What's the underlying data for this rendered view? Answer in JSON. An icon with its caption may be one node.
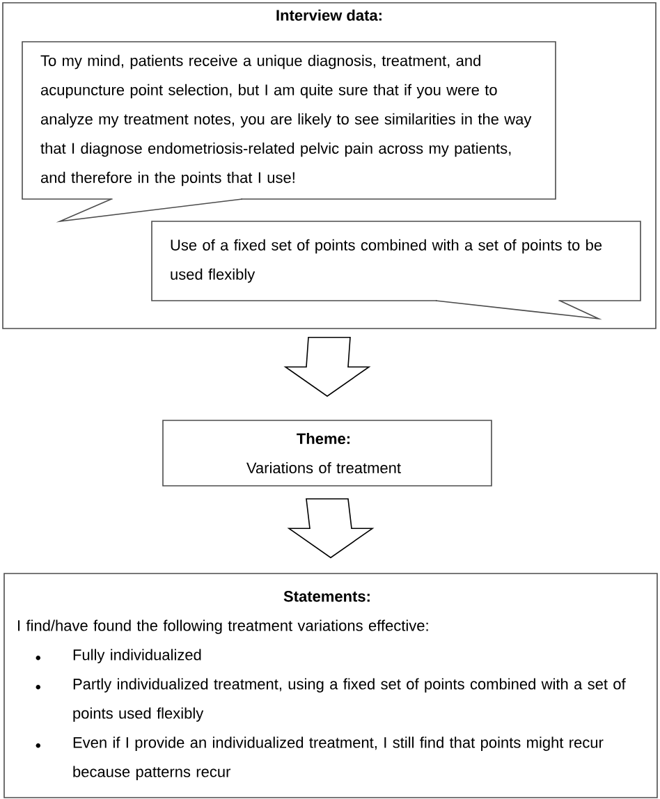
{
  "diagram": {
    "nodes": [
      {
        "text": [
          "Interview data:"
        ]
      },
      {
        "text": [
          "To my mind, patients receive a unique diagnosis, treatment, and acupuncture point selection, but I am quite sure that if you were to analyze my treatment notes, you are likely to see similarities in the way that I diagnose endometriosis-related pelvic pain across my patients, and therefore in the points that I use!"
        ],
        "in": 0
      },
      {
        "text": [
          "Use of a fixed set of points combined with a set of points to be used flexibly"
        ],
        "in": 0
      },
      {
        "text": [
          "Theme:",
          "Variations of treatment"
        ]
      },
      {
        "text": [
          "Statements:",
          "I find/have found the following treatment variations effective:",
          "Fully individualized",
          "Partly individualized treatment, using a fixed set of points combined with a set of points used flexibly",
          "Even if I provide an individualized treatment, I still find that points might recur because patterns recur"
        ]
      }
    ],
    "edges": [
      {
        "from": 0,
        "to": 3,
        "arrow": "to"
      },
      {
        "from": 3,
        "to": 4,
        "arrow": "to"
      }
    ]
  }
}
